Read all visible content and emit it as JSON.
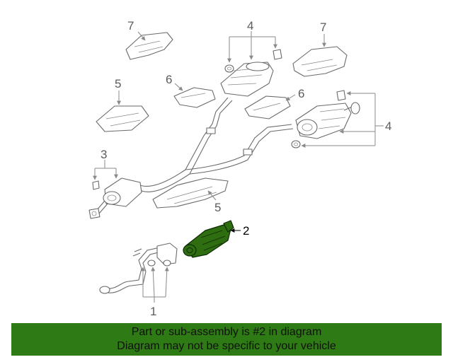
{
  "callouts": {
    "c1": "1",
    "c2": "2",
    "c3": "3",
    "c4a": "4",
    "c4b": "4",
    "c5a": "5",
    "c5b": "5",
    "c6a": "6",
    "c6b": "6",
    "c7a": "7",
    "c7b": "7"
  },
  "highlight_color": "#2e7a14",
  "banner": {
    "line1": "Part or sub-assembly is #2 in diagram",
    "line2": "Diagram may not be specific to your vehicle"
  }
}
